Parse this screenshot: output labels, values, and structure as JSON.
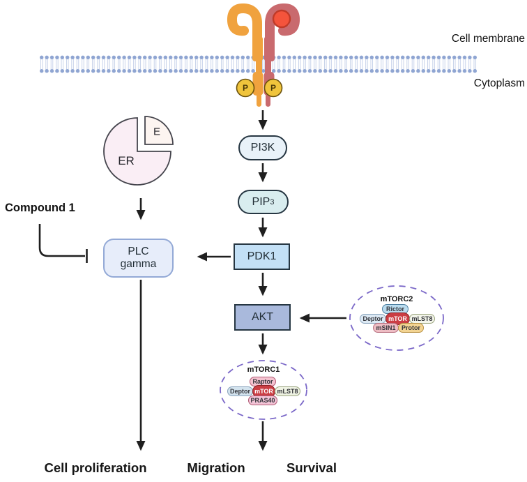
{
  "colors": {
    "membrane_head": "#8fa5d2",
    "membrane_tail": "#bac7e5",
    "receptor_left": "#f0a23e",
    "receptor_right": "#c96a6e",
    "ligand": "#f4543c",
    "ligand_stroke": "#c03a28",
    "phospho": "#f0c43c",
    "phospho_stroke": "#6b520e",
    "er_fill": "#faeef5",
    "er_wedge_fill": "#fdf5f1",
    "dark_outline": "#44444c",
    "ink": "#1f1f1f",
    "node_stroke": "#263642",
    "pi3k_fill": "#e9f2f9",
    "pip3_fill": "#d9edef",
    "pdk1_fill": "#c3e0f6",
    "akt_fill": "#a9b9dc",
    "plc_fill": "#e7edfa",
    "plc_stroke": "#93a9d6",
    "complex_dash": "#7b68c8",
    "mtor_red": "#cb3e44",
    "mtor_stroke": "#8f2326",
    "rictor_fill": "#badcef",
    "deptor2_fill": "#dce9f4",
    "mlst8_2_fill": "#f3f5ea",
    "msin1_fill": "#eebdc4",
    "protor_fill": "#f3d492",
    "raptor_fill": "#f5c3d0",
    "deptor1_fill": "#d3e3ee",
    "mlst8_1_fill": "#eef2e2",
    "pras40_fill": "#f2c3d6"
  },
  "membrane": {
    "label_outside": "Cell membrane",
    "label_inside": "Cytoplasm"
  },
  "receptor": {
    "phospho_left": "P",
    "phospho_right": "P"
  },
  "estrogen": {
    "receptor_label": "ER",
    "ligand_label": "E"
  },
  "inhibitor": {
    "label": "Compound 1"
  },
  "nodes": {
    "pi3k": "PI3K",
    "pip3_base": "PIP",
    "pip3_sub": "3",
    "pdk1": "PDK1",
    "akt": "AKT",
    "plc_line1": "PLC",
    "plc_line2": "gamma"
  },
  "mtorc2": {
    "title": "mTORC2",
    "rictor": "Rictor",
    "deptor": "Deptor",
    "mtor": "mTOR",
    "mlst8": "mLST8",
    "msin1": "mSIN1",
    "protor": "Protor"
  },
  "mtorc1": {
    "title": "mTORC1",
    "raptor": "Raptor",
    "deptor": "Deptor",
    "mtor": "mTOR",
    "mlst8": "mLST8",
    "pras40": "PRAS40"
  },
  "outcomes": {
    "proliferation": "Cell proliferation",
    "migration": "Migration",
    "survival": "Survival"
  }
}
